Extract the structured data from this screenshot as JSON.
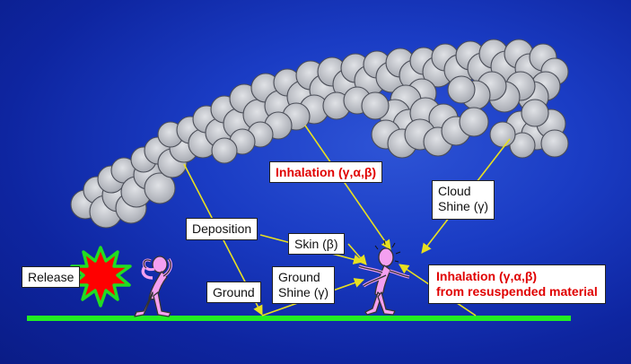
{
  "labels": {
    "release": "Release",
    "deposition": "Deposition",
    "ground": "Ground",
    "skin": "Skin (β)",
    "ground_shine_line1": "Ground",
    "ground_shine_line2": "Shine (γ)",
    "inhalation_cloud": "Inhalation (γ,α,β)",
    "cloud_shine_line1": "Cloud",
    "cloud_shine_line2": "Shine (γ)",
    "inhalation_resuspended_line1": "Inhalation (γ,α,β)",
    "inhalation_resuspended_line2": "from resuspended material"
  },
  "colors": {
    "background": "#1a3cc4",
    "cloud": "#bfc1c7",
    "ground_line": "#22ee22",
    "arrows": "#e8e020",
    "explosion": "#ff0000",
    "explosion_rim": "#22dd22",
    "figures": "#f4a0f0",
    "emphasis_text": "#e00000"
  },
  "icons": {
    "plume": "plume-cloud-icon",
    "explosion": "explosion-burst-icon",
    "person_near_release": "stick-figure-icon",
    "person_exposed": "stick-figure-icon"
  }
}
